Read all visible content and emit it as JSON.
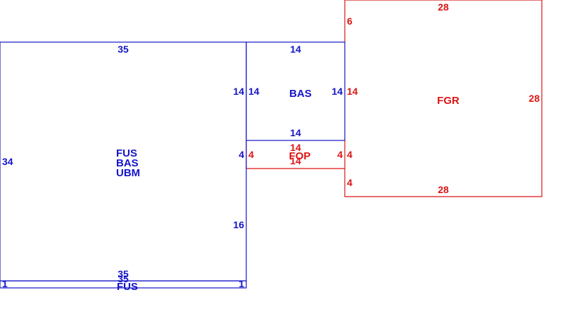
{
  "colors": {
    "blue": "#1414c8",
    "red": "#dc1414",
    "background": "#ffffff"
  },
  "areas": {
    "fus_main": {
      "codes": [
        "FUS",
        "BAS",
        "UBM"
      ],
      "dims": {
        "top": "35",
        "left": "34",
        "right_upper": "4",
        "right_lower": "16",
        "bottom": "35"
      }
    },
    "fus_strip": {
      "code": "FUS",
      "dims": {
        "top": "35",
        "left": "1",
        "right": "1"
      }
    },
    "bas": {
      "code": "BAS",
      "dims": {
        "top": "14",
        "left": "14",
        "right": "14",
        "bottom": "14"
      }
    },
    "fop": {
      "code": "FOP",
      "dims": {
        "top": "14",
        "left": "4",
        "right": "4",
        "bottom": "14"
      }
    },
    "fgr": {
      "code": "FGR",
      "dims": {
        "top": "28",
        "left_upper": "6",
        "left_middle": "14",
        "left_lower_a": "4",
        "left_lower_b": "4",
        "right": "28",
        "bottom": "28"
      }
    }
  }
}
